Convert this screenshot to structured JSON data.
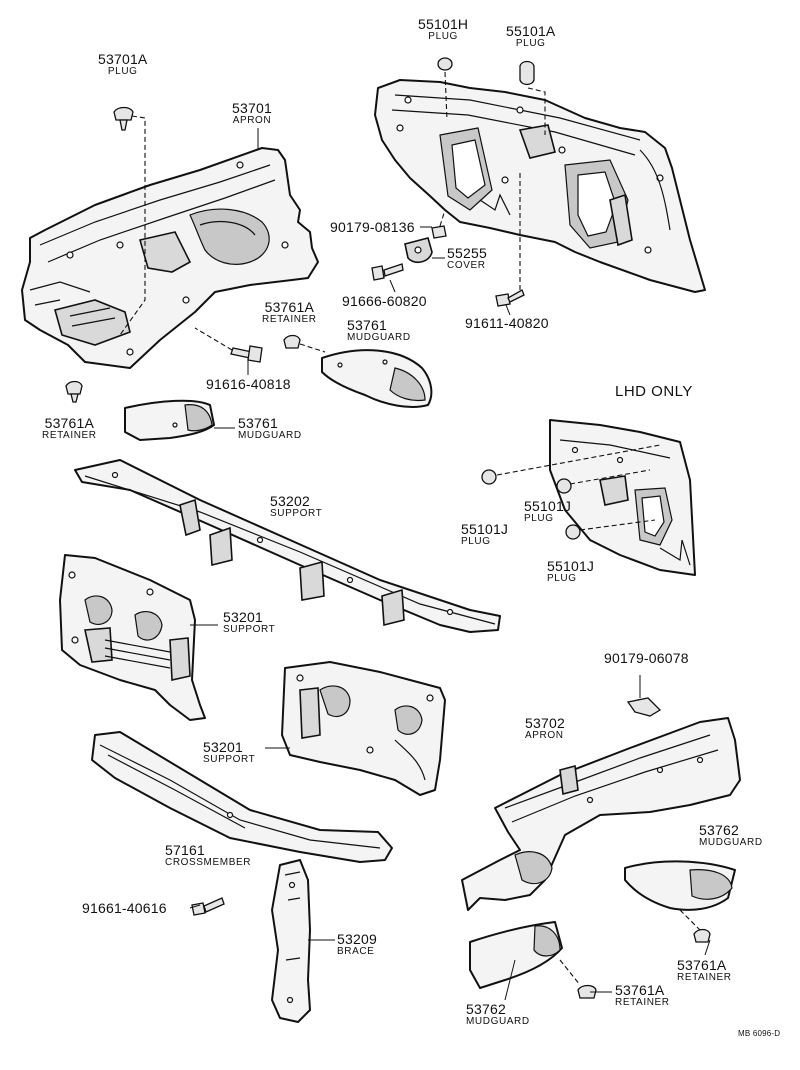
{
  "labels": {
    "p53701A": {
      "number": "53701A",
      "name": "PLUG"
    },
    "p53701": {
      "number": "53701",
      "name": "APRON"
    },
    "p55101H": {
      "number": "55101H",
      "name": "PLUG"
    },
    "p55101A": {
      "number": "55101A",
      "name": "PLUG"
    },
    "p9017908136": {
      "number": "90179-08136"
    },
    "p55255": {
      "number": "55255",
      "name": "COVER"
    },
    "p9166660820": {
      "number": "91666-60820"
    },
    "p9161140820": {
      "number": "91611-40820"
    },
    "p53761A_top": {
      "number": "53761A",
      "name": "RETAINER"
    },
    "p53761_top": {
      "number": "53761",
      "name": "MUDGUARD"
    },
    "p9161640818": {
      "number": "91616-40818"
    },
    "p53761A_left": {
      "number": "53761A",
      "name": "RETAINER"
    },
    "p53761_left": {
      "number": "53761",
      "name": "MUDGUARD"
    },
    "p53202": {
      "number": "53202",
      "name": "SUPPORT"
    },
    "p53201_left": {
      "number": "53201",
      "name": "SUPPORT"
    },
    "p53201_mid": {
      "number": "53201",
      "name": "SUPPORT"
    },
    "p55101J_a": {
      "number": "55101J",
      "name": "PLUG"
    },
    "p55101J_b": {
      "number": "55101J",
      "name": "PLUG"
    },
    "p55101J_c": {
      "number": "55101J",
      "name": "PLUG"
    },
    "p9017906078": {
      "number": "90179-06078"
    },
    "p53702": {
      "number": "53702",
      "name": "APRON"
    },
    "p53762_right": {
      "number": "53762",
      "name": "MUDGUARD"
    },
    "p53761A_right": {
      "number": "53761A",
      "name": "RETAINER"
    },
    "p57161": {
      "number": "57161",
      "name": "CROSSMEMBER"
    },
    "p9166140616": {
      "number": "91661-40616"
    },
    "p53209": {
      "number": "53209",
      "name": "BRACE"
    },
    "p53762_bottom": {
      "number": "53762",
      "name": "MUDGUARD"
    },
    "p53761A_bottom": {
      "number": "53761A",
      "name": "RETAINER"
    }
  },
  "lhd_note": "LHD ONLY",
  "drawing_code": "MB 6096-D"
}
